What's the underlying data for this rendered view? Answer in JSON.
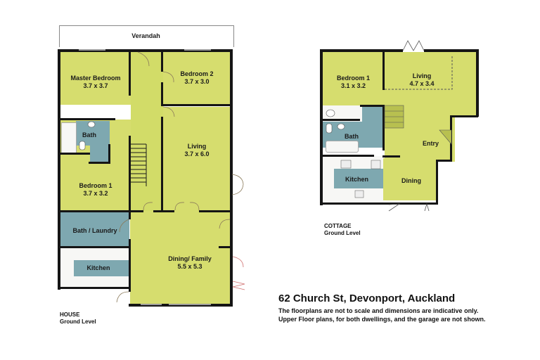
{
  "house": {
    "heading": "HOUSE",
    "subheading": "Ground Level",
    "verandah": "Verandah",
    "rooms": {
      "master_bedroom": {
        "name": "Master Bedroom",
        "size": "3.7 x 3.7"
      },
      "bedroom2": {
        "name": "Bedroom 2",
        "size": "3.7 x 3.0"
      },
      "bath": {
        "name": "Bath"
      },
      "living": {
        "name": "Living",
        "size": "3.7 x 6.0"
      },
      "bedroom1": {
        "name": "Bedroom 1",
        "size": "3.7 x 3.2"
      },
      "bath_laundry": {
        "name": "Bath / Laundry"
      },
      "kitchen": {
        "name": "Kitchen"
      },
      "dining_family": {
        "name": "Dining/ Family",
        "size": "5.5 x 5.3"
      }
    }
  },
  "cottage": {
    "heading": "COTTAGE",
    "subheading": "Ground Level",
    "rooms": {
      "bedroom1": {
        "name": "Bedroom 1",
        "size": "3.1 x 3.2"
      },
      "living": {
        "name": "Living",
        "size": "4.7 x 3.4"
      },
      "bath": {
        "name": "Bath"
      },
      "entry": {
        "name": "Entry"
      },
      "kitchen": {
        "name": "Kitchen"
      },
      "dining": {
        "name": "Dining"
      }
    }
  },
  "address": "62 Church St, Devonport, Auckland",
  "disclaimer": [
    "The floorplans are not to scale and dimensions are indicative only.",
    "Upper Floor plans, for both dwellings, and the garage are not shown."
  ],
  "colors": {
    "room_yellow": "#d6dd6e",
    "room_blue": "#7ea8b0",
    "wall": "#151515"
  }
}
